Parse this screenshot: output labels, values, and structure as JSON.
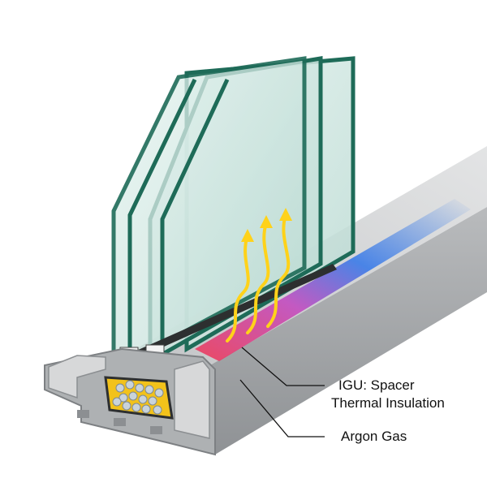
{
  "labels": {
    "igu_line1": "IGU: Spacer",
    "igu_line2": "Thermal Insulation",
    "argon": "Argon Gas"
  },
  "colors": {
    "frame": "#c9cbcd",
    "frame_dark": "#9ea1a4",
    "glass": "#cfe8e2",
    "glass_edge": "#1e6b58",
    "insulation": "#f2c21b",
    "heat_red": "#ef3b57",
    "heat_blue": "#3a7be8",
    "arrow_yellow": "#ffd21a"
  },
  "icons": {
    "heat_arrows": "heat-rising-arrows-icon"
  }
}
